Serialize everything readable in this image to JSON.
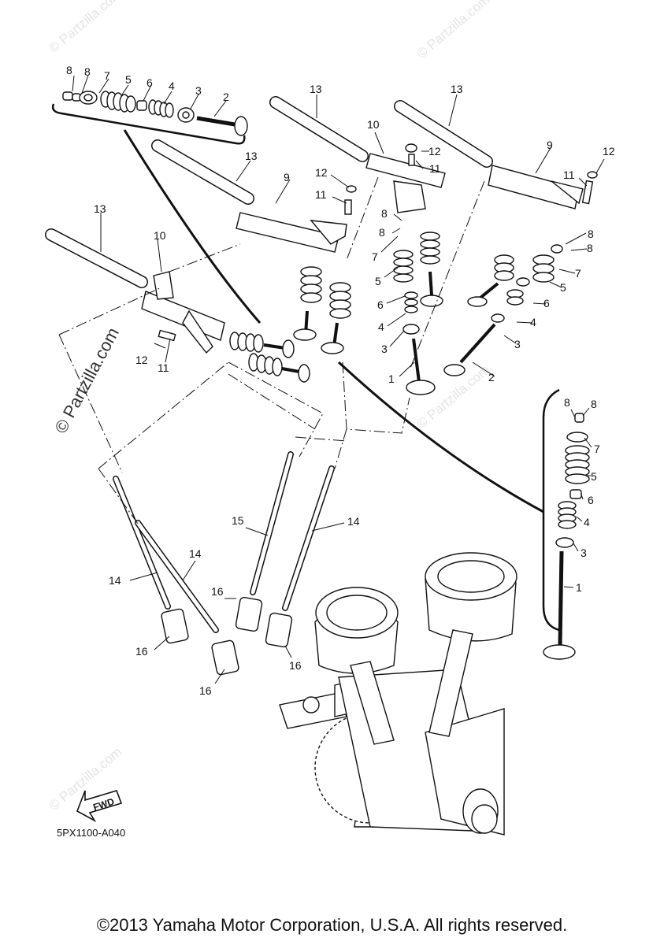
{
  "watermarks": {
    "partzilla_small": "© Partzilla.com",
    "partzilla_side": "© Partzilla.com"
  },
  "fwd_badge": "FWD",
  "diagram_code": "5PX1100-A040",
  "copyright": "©2013 Yamaha Motor Corporation, U.S.A. All rights reserved.",
  "part_numbers": {
    "p1": "1",
    "p2": "2",
    "p3": "3",
    "p4": "4",
    "p5": "5",
    "p6": "6",
    "p7": "7",
    "p8": "8",
    "p9": "9",
    "p10": "10",
    "p11": "11",
    "p12": "12",
    "p13": "13",
    "p14": "14",
    "p15": "15",
    "p16": "16"
  }
}
